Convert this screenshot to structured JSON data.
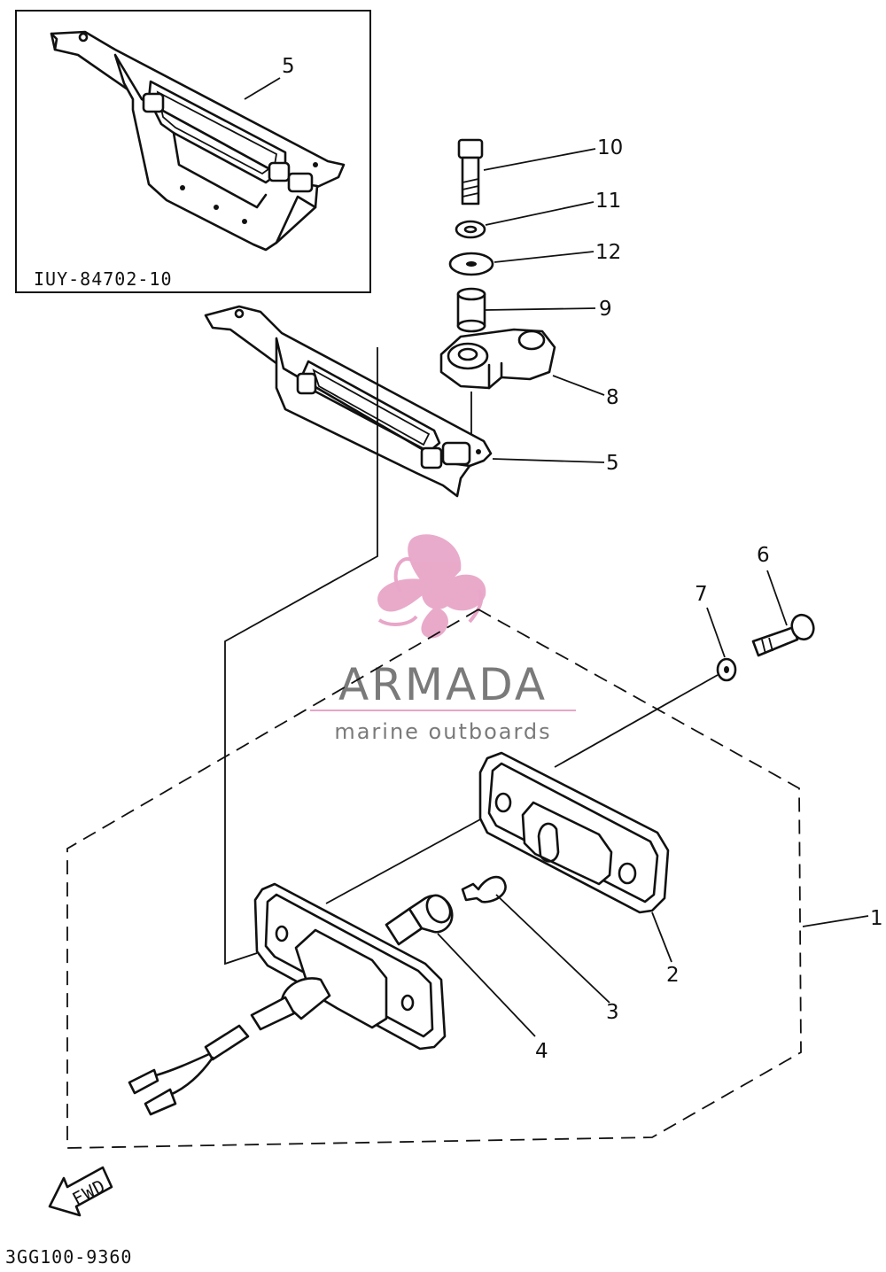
{
  "inset": {
    "part_code": "IUY-84702-10"
  },
  "footer": {
    "diagram_code": "3GG100-9360"
  },
  "fwd_label": "FWD",
  "watermark": {
    "brand": "ARMADA",
    "tagline": "marine outboards",
    "logo_color": "#e8a6c8",
    "text_color": "#7a7a7a"
  },
  "callouts": {
    "inset_bracket": "5",
    "bolt": "10",
    "spring_washer": "11",
    "plain_washer": "12",
    "collar": "9",
    "arm": "8",
    "bracket": "5",
    "screw": "6",
    "washer": "7",
    "lamp_assy": "1",
    "lens": "2",
    "bulb": "3",
    "socket": "4"
  }
}
